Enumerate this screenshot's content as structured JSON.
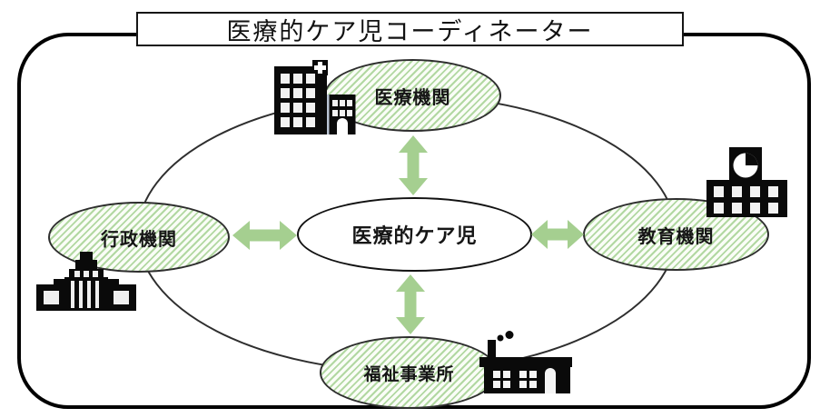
{
  "title": "医療的ケア児コーディネーター",
  "center": {
    "label": "医療的ケア児"
  },
  "nodes": {
    "medical": {
      "label": "医療機関",
      "icon": "hospital-icon"
    },
    "government": {
      "label": "行政機関",
      "icon": "government-building-icon"
    },
    "education": {
      "label": "教育機関",
      "icon": "school-icon"
    },
    "welfare": {
      "label": "福祉事業所",
      "icon": "welfare-office-icon"
    }
  },
  "colors": {
    "arrow_green": "#a5cf90",
    "hatch_line_green": "#b2d8a2",
    "hatch_background": "#fafdf7",
    "outline": "#2e2e2e",
    "frame": "#000000"
  }
}
